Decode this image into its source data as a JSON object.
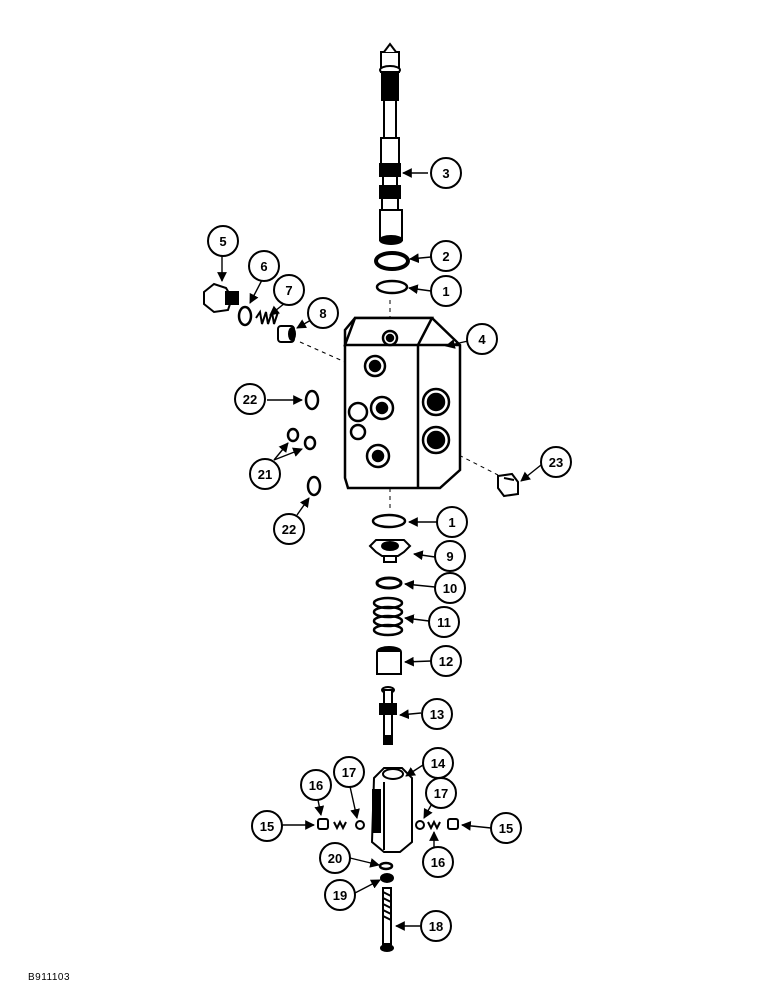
{
  "figure_code": "B911103",
  "callouts": [
    {
      "id": "c3",
      "label": "3"
    },
    {
      "id": "c2",
      "label": "2"
    },
    {
      "id": "c1a",
      "label": "1"
    },
    {
      "id": "c4",
      "label": "4"
    },
    {
      "id": "c5",
      "label": "5"
    },
    {
      "id": "c6",
      "label": "6"
    },
    {
      "id": "c7",
      "label": "7"
    },
    {
      "id": "c8",
      "label": "8"
    },
    {
      "id": "c22a",
      "label": "22"
    },
    {
      "id": "c21",
      "label": "21"
    },
    {
      "id": "c22b",
      "label": "22"
    },
    {
      "id": "c23",
      "label": "23"
    },
    {
      "id": "c1b",
      "label": "1"
    },
    {
      "id": "c9",
      "label": "9"
    },
    {
      "id": "c10",
      "label": "10"
    },
    {
      "id": "c11",
      "label": "11"
    },
    {
      "id": "c12",
      "label": "12"
    },
    {
      "id": "c13",
      "label": "13"
    },
    {
      "id": "c14",
      "label": "14"
    },
    {
      "id": "c16a",
      "label": "16"
    },
    {
      "id": "c17a",
      "label": "17"
    },
    {
      "id": "c17b",
      "label": "17"
    },
    {
      "id": "c15a",
      "label": "15"
    },
    {
      "id": "c15b",
      "label": "15"
    },
    {
      "id": "c16b",
      "label": "16"
    },
    {
      "id": "c20",
      "label": "20"
    },
    {
      "id": "c19",
      "label": "19"
    },
    {
      "id": "c18",
      "label": "18"
    }
  ]
}
